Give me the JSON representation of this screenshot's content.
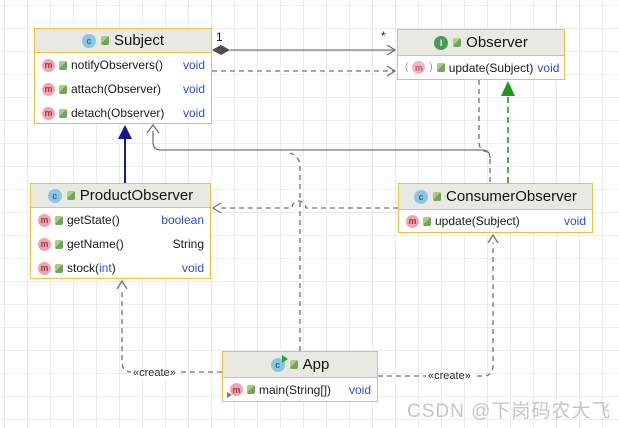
{
  "diagram": {
    "icons": {
      "class_letter": "c",
      "interface_letter": "I",
      "method_letter": "m",
      "abstract_paren_open": "(",
      "abstract_paren_close": ")"
    },
    "classes": {
      "subject": {
        "title": "Subject",
        "methods": [
          {
            "n1": "notifyObservers()",
            "n2": "",
            "n3": "",
            "retBlue": "void",
            "retBlack": ""
          },
          {
            "n1": "attach(Observer)",
            "n2": "",
            "n3": "",
            "retBlue": "void",
            "retBlack": ""
          },
          {
            "n1": "detach(Observer)",
            "n2": "",
            "n3": "",
            "retBlue": "void",
            "retBlack": ""
          }
        ]
      },
      "observer": {
        "title": "Observer",
        "methods": [
          {
            "n1": "update(Subject)",
            "n2": "",
            "n3": "",
            "retBlue": "void",
            "retBlack": ""
          }
        ]
      },
      "productObserver": {
        "title": "ProductObserver",
        "methods": [
          {
            "n1": "getState()",
            "n2": "",
            "n3": "",
            "retBlue": "boolean",
            "retBlack": ""
          },
          {
            "n1": "getName()",
            "n2": "",
            "n3": "",
            "retBlue": "",
            "retBlack": "String"
          },
          {
            "n1": "stock(",
            "n2": "int",
            "n3": ")",
            "retBlue": "void",
            "retBlack": ""
          }
        ]
      },
      "consumerObserver": {
        "title": "ConsumerObserver",
        "methods": [
          {
            "n1": "update(Subject)",
            "n2": "",
            "n3": "",
            "retBlue": "void",
            "retBlack": ""
          }
        ]
      },
      "app": {
        "title": "App",
        "methods": [
          {
            "n1": "main(String[])",
            "n2": "",
            "n3": "",
            "retBlue": "void",
            "retBlack": ""
          }
        ]
      }
    },
    "labels": {
      "multiplicity_one": "1",
      "multiplicity_many": "*",
      "create_left": "«create»",
      "create_right": "«create»"
    },
    "watermark": "CSDN @下岗码农大飞",
    "colors": {
      "box_border": "#f0c040",
      "header_bg": "#e9e9e4",
      "type_blue": "#2b50c8",
      "edge_gray": "#737373",
      "inherit_navy": "#16168f",
      "realize_green": "#1d9a1d"
    }
  }
}
